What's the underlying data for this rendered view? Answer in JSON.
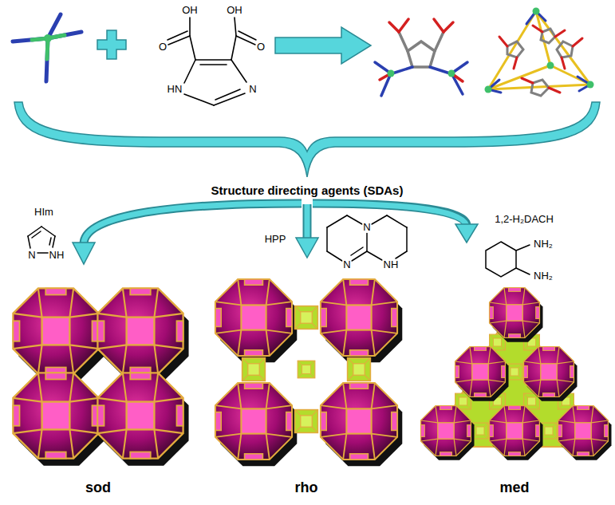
{
  "diagram": {
    "labels": [
      "OH",
      "OH",
      "O",
      "O",
      "HN",
      "N",
      "Structure directing agents (SDAs)",
      "HIm",
      "N",
      "NH",
      "HPP",
      "N",
      "N",
      "NH",
      "1,2-H₂DACH",
      "NH₂",
      "NH₂",
      "sod",
      "rho",
      "med"
    ]
  }
}
